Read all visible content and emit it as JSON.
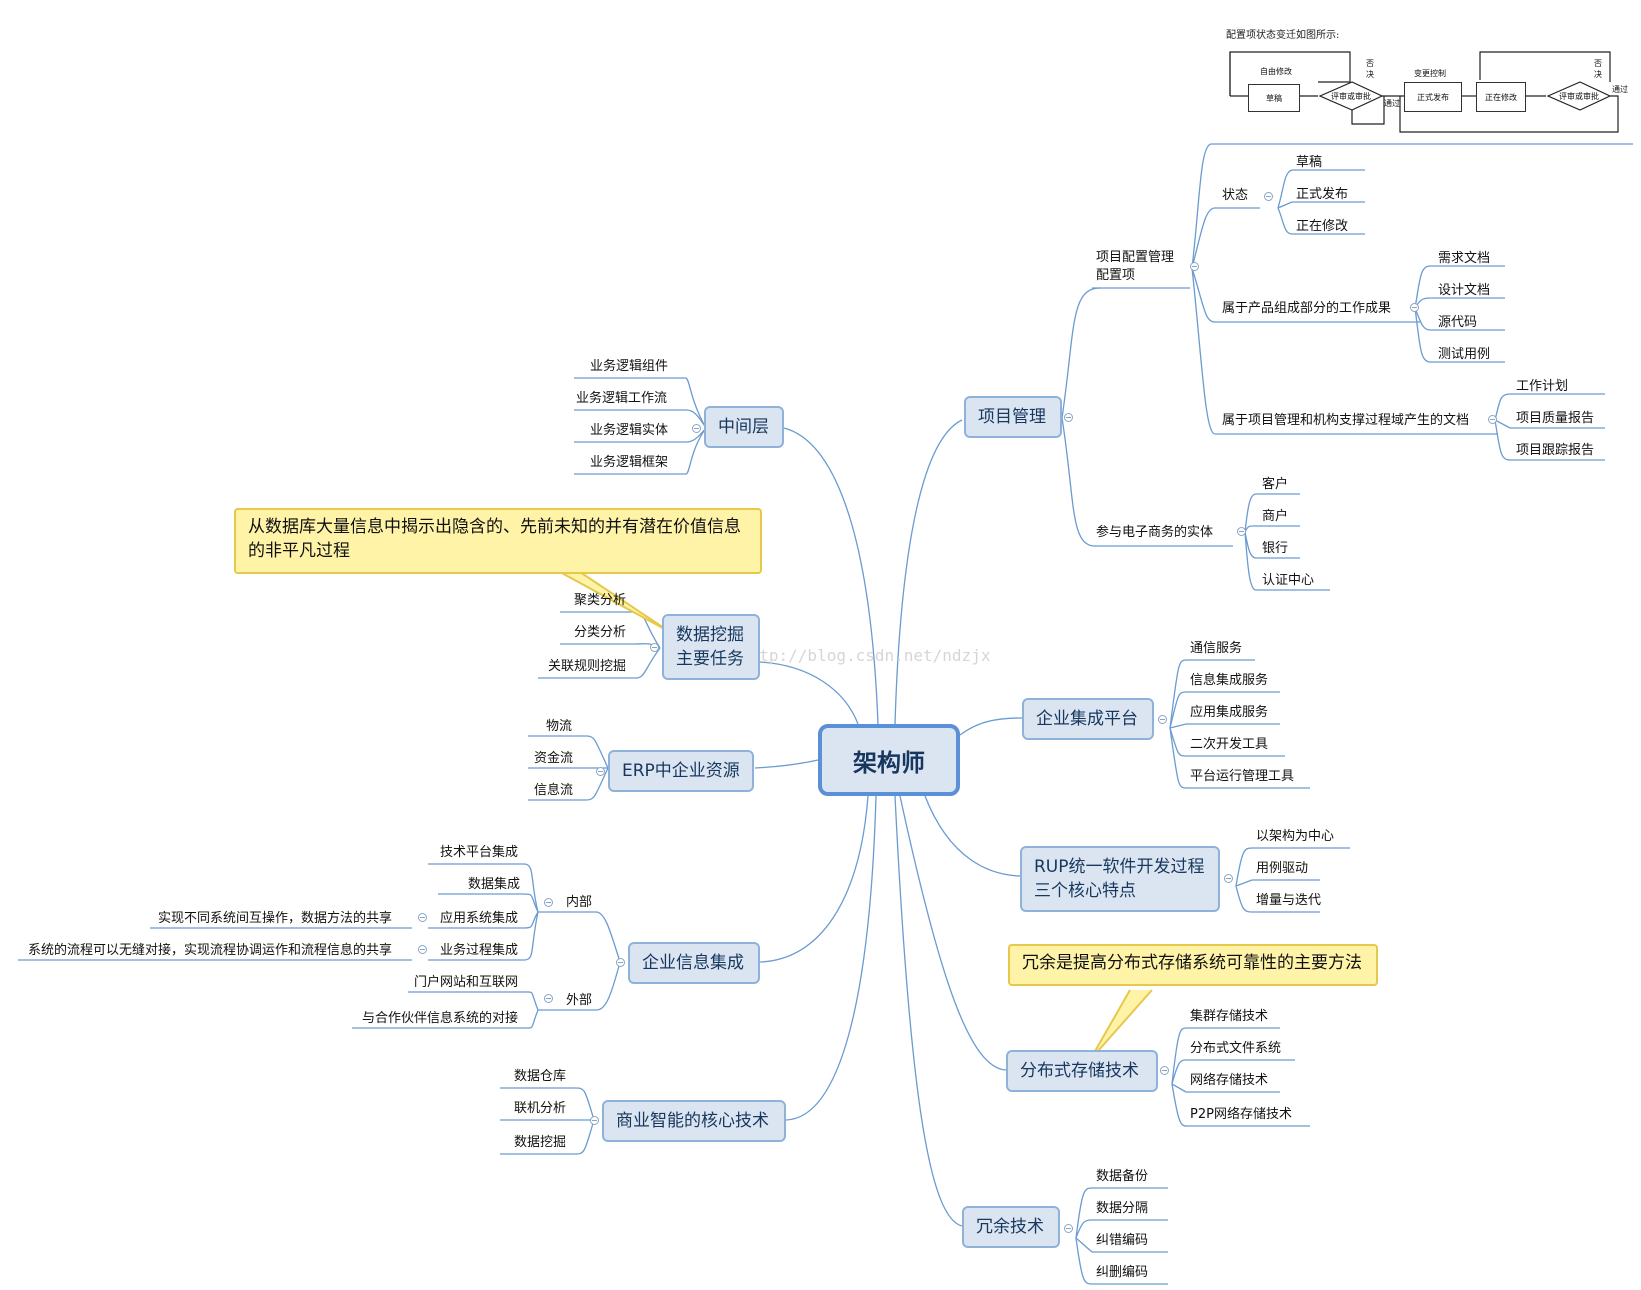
{
  "central": {
    "label": "架构师"
  },
  "state_diagram": {
    "caption": "配置项状态变迁如图所示:",
    "labels": {
      "free_edit": "自由修改",
      "draft": "草稿",
      "review_1": "评审或审批",
      "reject_1": "否决",
      "pass_1": "通过",
      "change_control": "变更控制",
      "released": "正式发布",
      "modifying": "正在修改",
      "review_2": "评审或审批",
      "reject_2": "否决",
      "pass_2": "通过"
    }
  },
  "watermark": "http://blog.csdn.net/ndzjx",
  "callouts": {
    "mining": "从数据库大量信息中揭示出隐含的、先前未知的并有潜在价值信息的非平凡过程",
    "redundancy": "冗余是提高分布式存储系统可靠性的主要方法"
  },
  "branches": {
    "project_mgmt": {
      "label": "项目管理",
      "config_item": {
        "label_line1": "项目配置管理",
        "label_line2": "配置项",
        "status": {
          "label": "状态",
          "items": [
            "草稿",
            "正式发布",
            "正在修改"
          ]
        },
        "product": {
          "label": "属于产品组成部分的工作成果",
          "items": [
            "需求文档",
            "设计文档",
            "源代码",
            "测试用例"
          ]
        },
        "process": {
          "label": "属于项目管理和机构支撑过程域产生的文档",
          "items": [
            "工作计划",
            "项目质量报告",
            "项目跟踪报告"
          ]
        }
      },
      "ecommerce": {
        "label": "参与电子商务的实体",
        "items": [
          "客户",
          "商户",
          "银行",
          "认证中心"
        ]
      }
    },
    "middle_layer": {
      "label": "中间层",
      "items": [
        "业务逻辑组件",
        "业务逻辑工作流",
        "业务逻辑实体",
        "业务逻辑框架"
      ]
    },
    "data_mining": {
      "label_line1": "数据挖掘",
      "label_line2": "主要任务",
      "items": [
        "聚类分析",
        "分类分析",
        "关联规则挖掘"
      ]
    },
    "erp": {
      "label": "ERP中企业资源",
      "items": [
        "物流",
        "资金流",
        "信息流"
      ]
    },
    "eai": {
      "label": "企业信息集成",
      "internal": {
        "label": "内部",
        "items": [
          "技术平台集成",
          "数据集成",
          "应用系统集成",
          "业务过程集成"
        ],
        "app_note": "实现不同系统间互操作，数据方法的共享",
        "process_note": "系统的流程可以无缝对接，实现流程协调运作和流程信息的共享"
      },
      "external": {
        "label": "外部",
        "items": [
          "门户网站和互联网",
          "与合作伙伴信息系统的对接"
        ]
      }
    },
    "bi": {
      "label": "商业智能的核心技术",
      "items": [
        "数据仓库",
        "联机分析",
        "数据挖掘"
      ]
    },
    "platform": {
      "label": "企业集成平台",
      "items": [
        "通信服务",
        "信息集成服务",
        "应用集成服务",
        "二次开发工具",
        "平台运行管理工具"
      ]
    },
    "rup": {
      "label_line1": "RUP统一软件开发过程",
      "label_line2": "三个核心特点",
      "items": [
        "以架构为中心",
        "用例驱动",
        "增量与迭代"
      ]
    },
    "storage": {
      "label": "分布式存储技术",
      "items": [
        "集群存储技术",
        "分布式文件系统",
        "网络存储技术",
        "P2P网络存储技术"
      ]
    },
    "redundancy": {
      "label": "冗余技术",
      "items": [
        "数据备份",
        "数据分隔",
        "纠错编码",
        "纠删编码"
      ]
    }
  }
}
